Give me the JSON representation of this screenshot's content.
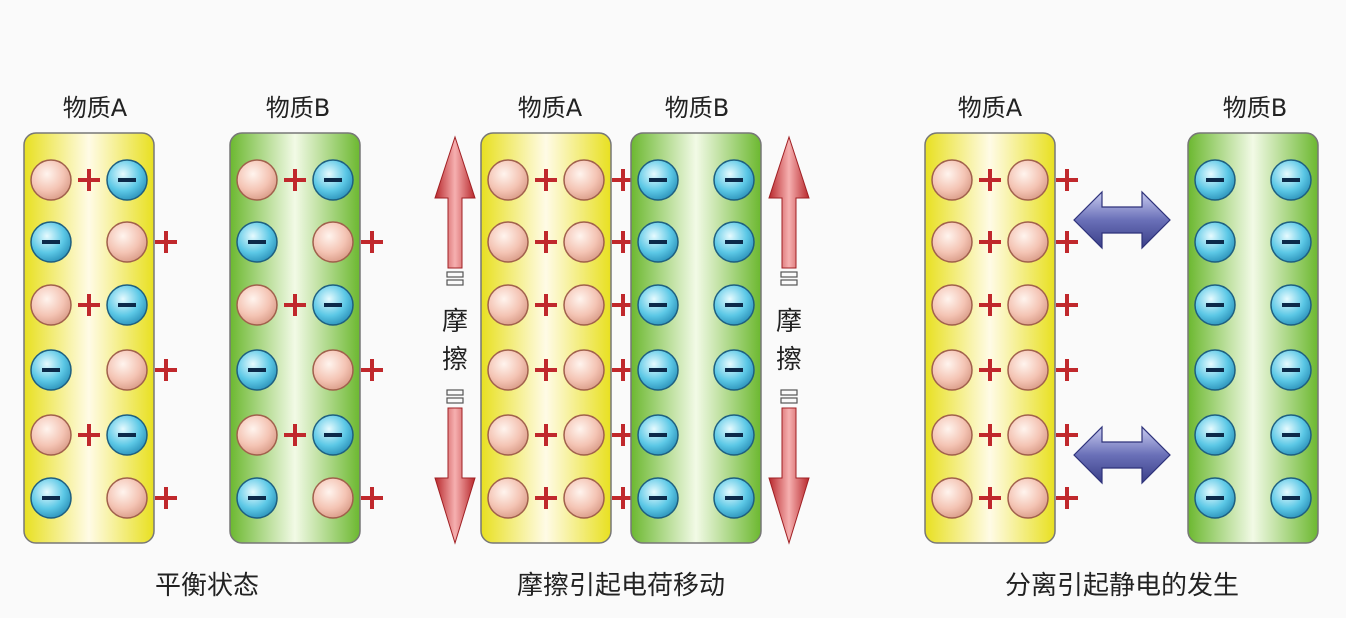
{
  "panels": [
    {
      "caption": "平衡状态",
      "materials": [
        {
          "label": "物质A",
          "color": "yellow",
          "rows": [
            [
              "+",
              "-"
            ],
            [
              "-",
              "+"
            ],
            [
              "+",
              "-"
            ],
            [
              "-",
              "+"
            ],
            [
              "+",
              "-"
            ],
            [
              "-",
              "+"
            ]
          ],
          "side_plus": [
            false,
            true,
            false,
            true,
            false,
            true
          ],
          "mid_plus": [
            true,
            false,
            true,
            false,
            true,
            false
          ]
        },
        {
          "label": "物质B",
          "color": "green",
          "rows": [
            [
              "+",
              "-"
            ],
            [
              "-",
              "+"
            ],
            [
              "+",
              "-"
            ],
            [
              "-",
              "+"
            ],
            [
              "+",
              "-"
            ],
            [
              "-",
              "+"
            ]
          ],
          "side_plus": [
            false,
            true,
            false,
            true,
            false,
            true
          ],
          "mid_plus": [
            true,
            false,
            true,
            false,
            true,
            false
          ]
        }
      ]
    },
    {
      "caption": "摩擦引起电荷移动",
      "materials": [
        {
          "label": "物质A",
          "color": "yellow",
          "rows": [
            [
              "+",
              "+"
            ],
            [
              "+",
              "+"
            ],
            [
              "+",
              "+"
            ],
            [
              "+",
              "+"
            ],
            [
              "+",
              "+"
            ],
            [
              "+",
              "+"
            ]
          ],
          "side_plus": [
            true,
            true,
            true,
            true,
            true,
            true
          ],
          "mid_plus": [
            true,
            true,
            true,
            true,
            true,
            true
          ]
        },
        {
          "label": "物质B",
          "color": "green",
          "rows": [
            [
              "-",
              "-"
            ],
            [
              "-",
              "-"
            ],
            [
              "-",
              "-"
            ],
            [
              "-",
              "-"
            ],
            [
              "-",
              "-"
            ],
            [
              "-",
              "-"
            ]
          ],
          "side_plus": [
            false,
            false,
            false,
            false,
            false,
            false
          ],
          "mid_plus": [
            false,
            false,
            false,
            false,
            false,
            false
          ]
        }
      ],
      "friction_label": "摩擦"
    },
    {
      "caption": "分离引起静电的发生",
      "materials": [
        {
          "label": "物质A",
          "color": "yellow",
          "rows": [
            [
              "+",
              "+"
            ],
            [
              "+",
              "+"
            ],
            [
              "+",
              "+"
            ],
            [
              "+",
              "+"
            ],
            [
              "+",
              "+"
            ],
            [
              "+",
              "+"
            ]
          ],
          "side_plus": [
            true,
            true,
            true,
            true,
            true,
            true
          ],
          "mid_plus": [
            true,
            true,
            true,
            true,
            true,
            true
          ]
        },
        {
          "label": "物质B",
          "color": "green",
          "rows": [
            [
              "-",
              "-"
            ],
            [
              "-",
              "-"
            ],
            [
              "-",
              "-"
            ],
            [
              "-",
              "-"
            ],
            [
              "-",
              "-"
            ],
            [
              "-",
              "-"
            ]
          ],
          "side_plus": [
            false,
            false,
            false,
            false,
            false,
            false
          ],
          "mid_plus": [
            false,
            false,
            false,
            false,
            false,
            false
          ]
        }
      ]
    }
  ],
  "colors": {
    "yellow_edge": "#e8e020",
    "yellow_center": "#fffbe6",
    "green_edge": "#6cb830",
    "green_center": "#f2fae6",
    "plus_sign": "#c0282c",
    "red_arrow": "#d8474a",
    "blue_arrow": "#5a5fa8",
    "caption": "#222222"
  }
}
